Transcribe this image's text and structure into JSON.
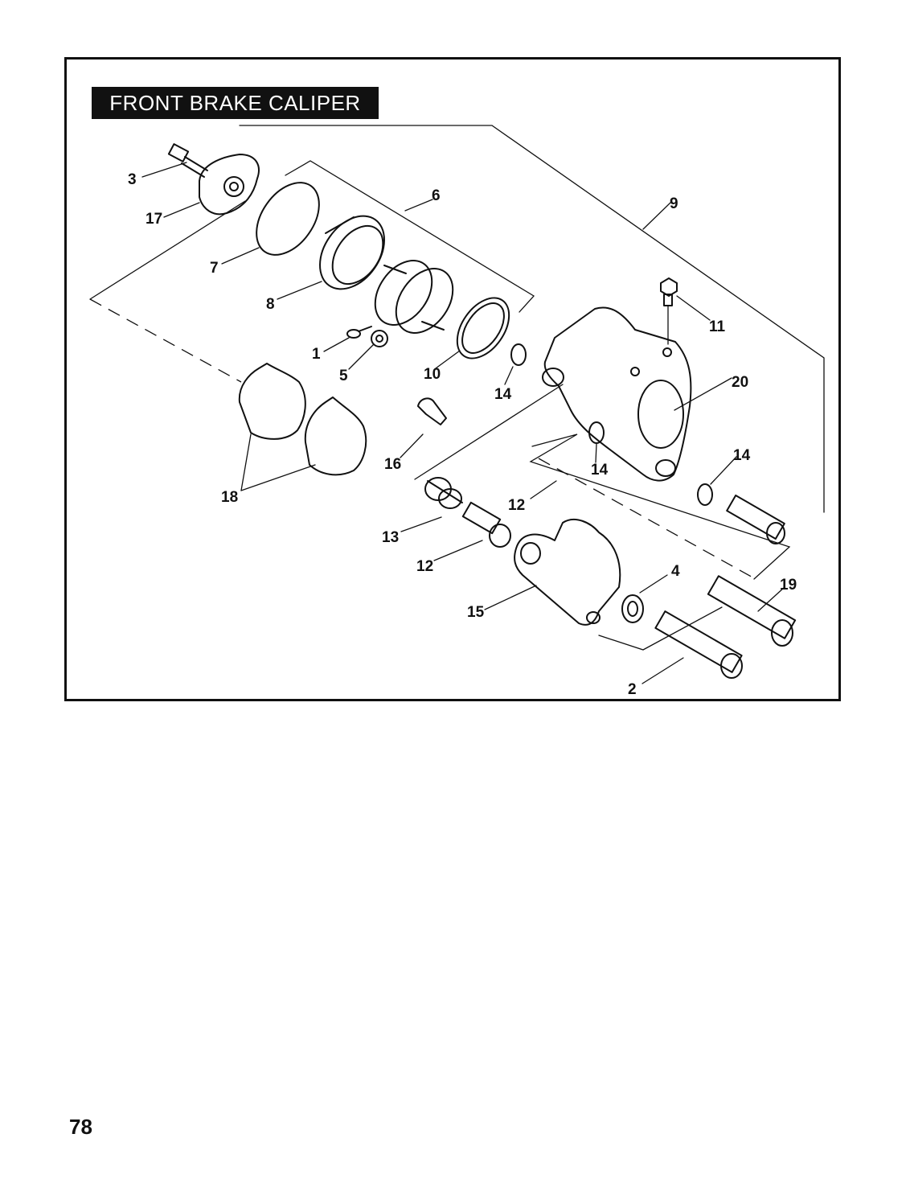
{
  "title": "FRONT BRAKE CALIPER",
  "page_number": "78",
  "callouts": {
    "c1": "1",
    "c2": "2",
    "c3": "3",
    "c4": "4",
    "c5": "5",
    "c6": "6",
    "c7": "7",
    "c8": "8",
    "c9": "9",
    "c10": "10",
    "c11": "11",
    "c12a": "12",
    "c12b": "12",
    "c13": "13",
    "c14a": "14",
    "c14b": "14",
    "c14c": "14",
    "c15": "15",
    "c16": "16",
    "c17": "17",
    "c18": "18",
    "c19": "19",
    "c20": "20"
  }
}
